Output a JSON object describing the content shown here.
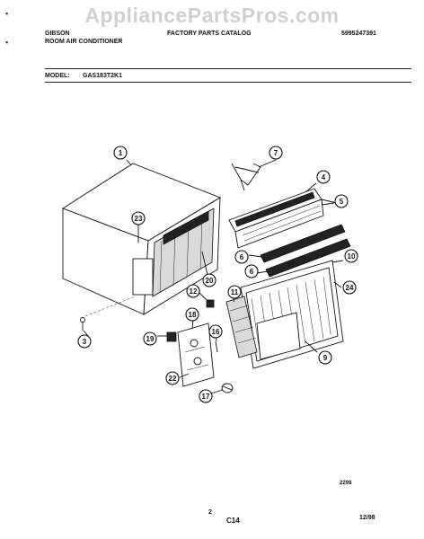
{
  "watermark": "AppliancePartsPros.com",
  "header": {
    "brand": "GIBSON",
    "product": "ROOM AIR CONDITIONER",
    "catalog": "FACTORY PARTS CATALOG",
    "catalog_number": "5995247391",
    "model_label": "MODEL:",
    "model_number": "GAS183T2K1"
  },
  "footer": {
    "page_number": "2",
    "section": "C14",
    "date": "12/98",
    "drawing_code": "2298"
  },
  "callouts": [
    {
      "id": "c1",
      "label": "1"
    },
    {
      "id": "c3",
      "label": "3"
    },
    {
      "id": "c4",
      "label": "4"
    },
    {
      "id": "c5",
      "label": "5"
    },
    {
      "id": "c6a",
      "label": "6"
    },
    {
      "id": "c6b",
      "label": "6"
    },
    {
      "id": "c7",
      "label": "7"
    },
    {
      "id": "c9",
      "label": "9"
    },
    {
      "id": "c10",
      "label": "10"
    },
    {
      "id": "c11",
      "label": "11"
    },
    {
      "id": "c12",
      "label": "12"
    },
    {
      "id": "c16",
      "label": "16"
    },
    {
      "id": "c17",
      "label": "17"
    },
    {
      "id": "c18",
      "label": "18"
    },
    {
      "id": "c19",
      "label": "19"
    },
    {
      "id": "c20",
      "label": "20"
    },
    {
      "id": "c22",
      "label": "22"
    },
    {
      "id": "c23",
      "label": "23"
    },
    {
      "id": "c24",
      "label": "24"
    }
  ]
}
